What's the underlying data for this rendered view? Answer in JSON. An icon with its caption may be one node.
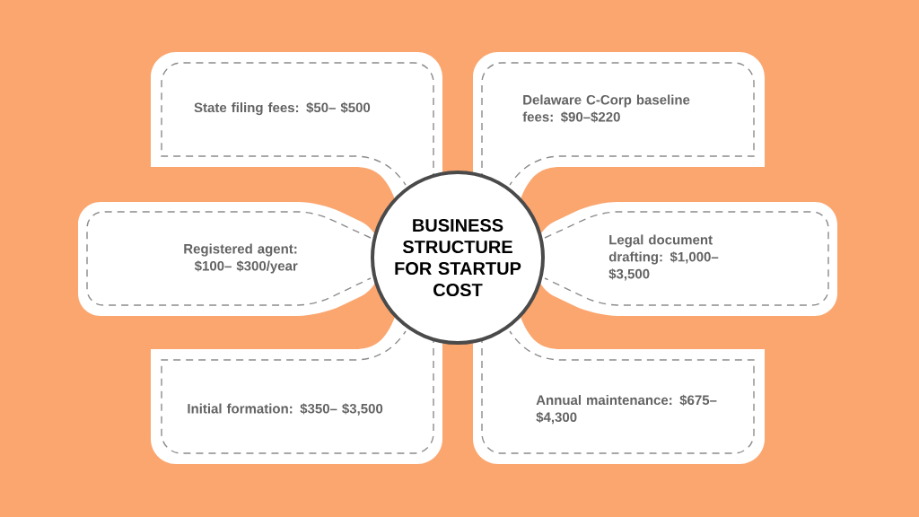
{
  "diagram": {
    "nodes": [
      {
        "text": [
          "BUSINESS STRUCTURE FOR STARTUP COST"
        ]
      },
      {
        "text": [
          "State filing fees: $50– $500"
        ]
      },
      {
        "text": [
          "Delaware C-Corp baseline fees: $90–$220"
        ]
      },
      {
        "text": [
          "Registered agent: $100– $300/year"
        ]
      },
      {
        "text": [
          "Legal document drafting: $1,000– $3,500"
        ]
      },
      {
        "text": [
          "Initial formation: $350– $3,500"
        ]
      },
      {
        "text": [
          "Annual maintenance: $675– $4,300"
        ]
      }
    ]
  }
}
